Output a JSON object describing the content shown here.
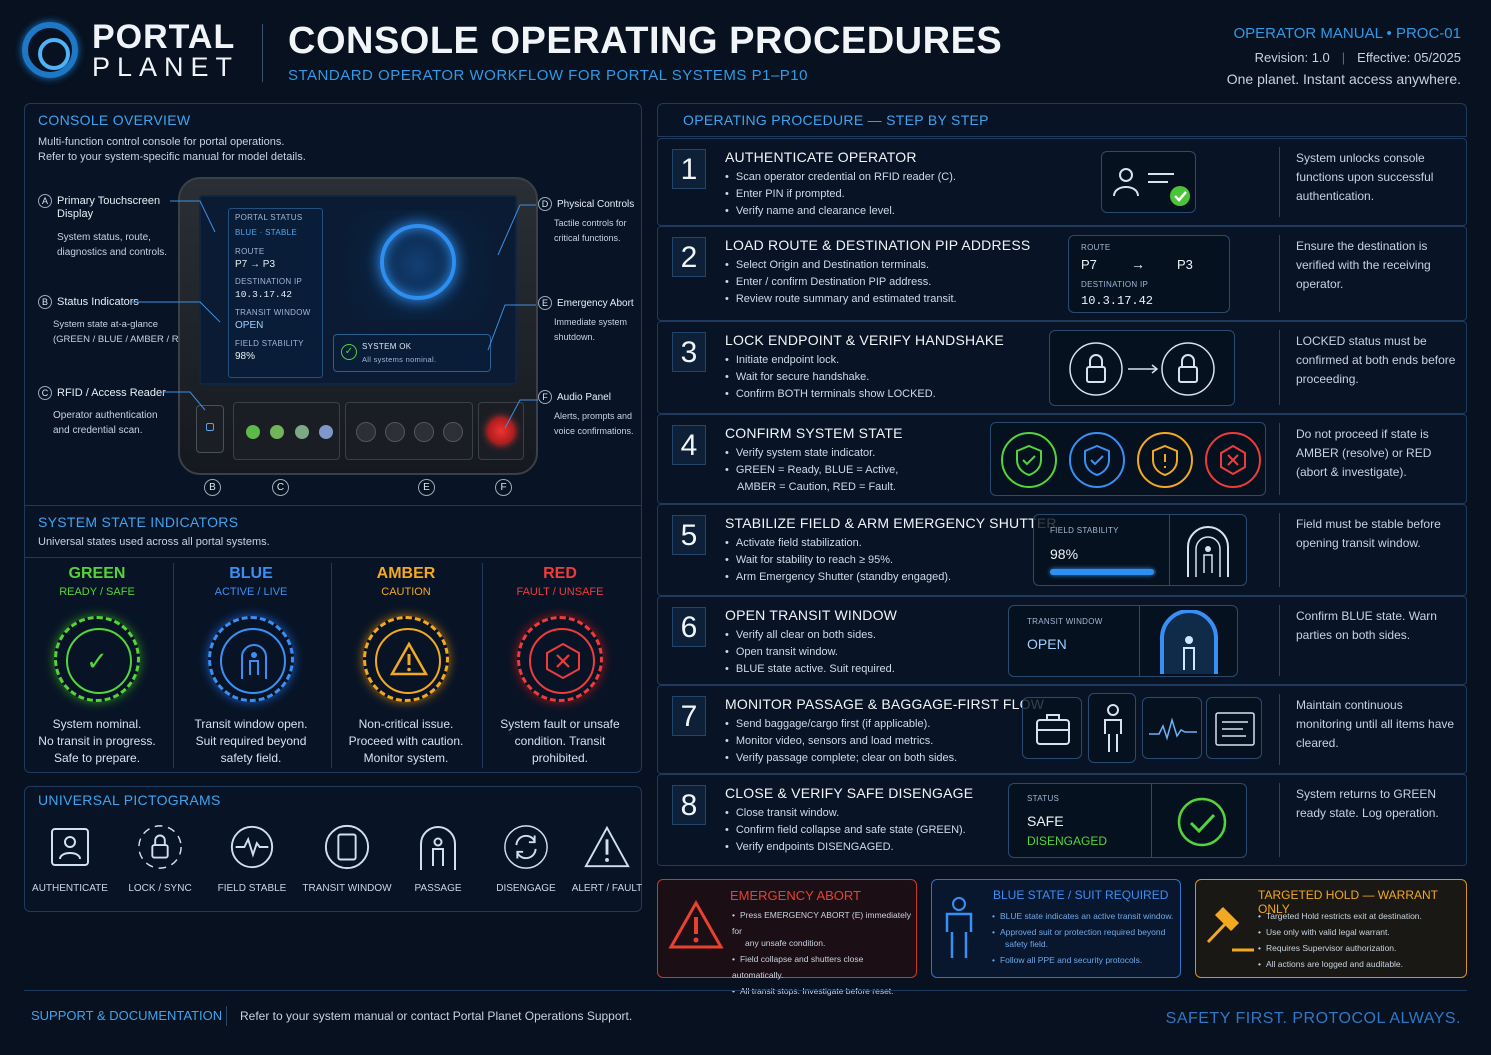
{
  "header": {
    "brand_line1": "PORTAL",
    "brand_line2": "PLANET",
    "title": "CONSOLE OPERATING PROCEDURES",
    "subtitle": "STANDARD OPERATOR WORKFLOW FOR PORTAL SYSTEMS P1–P10",
    "manual": "OPERATOR MANUAL  •  PROC-01",
    "revision": "Revision: 1.0",
    "effective": "Effective: 05/2025",
    "tagline": "One planet. Instant access anywhere."
  },
  "console_overview": {
    "title": "CONSOLE OVERVIEW",
    "intro1": "Multi-function control console for portal operations.",
    "intro2": "Refer to your system-specific manual for model details.",
    "callouts": [
      {
        "letter": "A",
        "title": "Primary Touchscreen",
        "title2": "Display",
        "desc1": "System status, route,",
        "desc2": "diagnostics and controls."
      },
      {
        "letter": "B",
        "title": "Status Indicators",
        "desc1": "System state at-a-glance",
        "desc2": "(GREEN / BLUE / AMBER / RED)."
      },
      {
        "letter": "C",
        "title": "RFID / Access Reader",
        "desc1": "Operator authentication",
        "desc2": "and credential scan."
      },
      {
        "letter": "D",
        "title": "Physical Controls",
        "desc1": "Tactile controls for",
        "desc2": "critical functions."
      },
      {
        "letter": "E",
        "title": "Emergency Abort",
        "desc1": "Immediate system",
        "desc2": "shutdown."
      },
      {
        "letter": "F",
        "title": "Audio Panel",
        "desc1": "Alerts, prompts and",
        "desc2": "voice confirmations."
      }
    ],
    "display": {
      "portal_status_label": "PORTAL STATUS",
      "portal_status_value": "BLUE · STABLE",
      "route_label": "ROUTE",
      "route_value": "P7 → P3",
      "dest_label": "DESTINATION IP",
      "dest_value": "10.3.17.42",
      "transit_label": "TRANSIT WINDOW",
      "transit_value": "OPEN",
      "field_label": "FIELD STABILITY",
      "field_value": "98%",
      "system_ok": "SYSTEM OK",
      "system_ok_sub": "All systems nominal."
    },
    "bottom_letters": [
      "B",
      "C",
      "E",
      "F"
    ]
  },
  "system_states": {
    "title": "SYSTEM STATE INDICATORS",
    "subtitle": "Universal states used across all portal systems.",
    "states": [
      {
        "name": "GREEN",
        "sub": "READY / SAFE",
        "color": "#54d43a",
        "d1": "System nominal.",
        "d2": "No transit in progress.",
        "d3": "Safe to prepare.",
        "icon": "shield-check-icon"
      },
      {
        "name": "BLUE",
        "sub": "ACTIVE / LIVE",
        "color": "#3a8ff5",
        "d1": "Transit window open.",
        "d2": "Suit required beyond",
        "d3": "safety field.",
        "icon": "person-arch-icon"
      },
      {
        "name": "AMBER",
        "sub": "CAUTION",
        "color": "#f2a820",
        "d1": "Non-critical issue.",
        "d2": "Proceed with caution.",
        "d3": "Monitor system.",
        "icon": "warning-triangle-icon"
      },
      {
        "name": "RED",
        "sub": "FAULT / UNSAFE",
        "color": "#ee3b3b",
        "d1": "System fault or unsafe",
        "d2": "condition. Transit",
        "d3": "prohibited.",
        "icon": "hexagon-x-icon"
      }
    ]
  },
  "pictograms": {
    "title": "UNIVERSAL PICTOGRAMS",
    "items": [
      "AUTHENTICATE",
      "LOCK / SYNC",
      "FIELD STABLE",
      "TRANSIT WINDOW",
      "PASSAGE",
      "DISENGAGE",
      "ALERT / FAULT"
    ]
  },
  "procedure": {
    "title": "OPERATING PROCEDURE — STEP BY STEP",
    "steps": [
      {
        "num": "1",
        "title": "AUTHENTICATE OPERATOR",
        "bullets": [
          "Scan operator credential on RFID reader (C).",
          "Enter PIN if prompted.",
          "Verify name and clearance level."
        ],
        "note": "System unlocks console functions upon successful authentication."
      },
      {
        "num": "2",
        "title": "LOAD ROUTE & DESTINATION PIP ADDRESS",
        "bullets": [
          "Select Origin and Destination terminals.",
          "Enter / confirm Destination PIP address.",
          "Review route summary and estimated transit."
        ],
        "note": "Ensure the destination is verified with the receiving operator."
      },
      {
        "num": "3",
        "title": "LOCK ENDPOINT & VERIFY HANDSHAKE",
        "bullets": [
          "Initiate endpoint lock.",
          "Wait for secure handshake.",
          "Confirm BOTH terminals show LOCKED."
        ],
        "note": "LOCKED status must be confirmed at both ends before proceeding."
      },
      {
        "num": "4",
        "title": "CONFIRM SYSTEM STATE",
        "bullets": [
          "Verify system state indicator.",
          "GREEN = Ready, BLUE = Active,"
        ],
        "bullet_cont": "AMBER = Caution, RED = Fault.",
        "note": "Do not proceed if state is AMBER (resolve) or RED (abort & investigate)."
      },
      {
        "num": "5",
        "title": "STABILIZE FIELD & ARM EMERGENCY SHUTTER",
        "bullets": [
          "Activate field stabilization.",
          "Wait for stability to reach ≥ 95%.",
          "Arm Emergency Shutter (standby engaged)."
        ],
        "note": "Field must be stable before opening transit window."
      },
      {
        "num": "6",
        "title": "OPEN TRANSIT WINDOW",
        "bullets": [
          "Verify all clear on both sides.",
          "Open transit window.",
          "BLUE state active. Suit required."
        ],
        "note": "Confirm BLUE state. Warn parties on both sides."
      },
      {
        "num": "7",
        "title": "MONITOR PASSAGE & BAGGAGE-FIRST FLOW",
        "bullets": [
          "Send baggage/cargo first (if applicable).",
          "Monitor video, sensors and load metrics.",
          "Verify passage complete; clear on both sides."
        ],
        "note": "Maintain continuous monitoring until all items have cleared."
      },
      {
        "num": "8",
        "title": "CLOSE & VERIFY SAFE DISENGAGE",
        "bullets": [
          "Close transit window.",
          "Confirm field collapse and safe state (GREEN).",
          "Verify endpoints DISENGAGED."
        ],
        "note": "System returns to GREEN ready state. Log operation."
      }
    ],
    "visuals": {
      "route_label": "ROUTE",
      "route_from": "P7",
      "route_arrow": "→",
      "route_to": "P3",
      "dest_label": "DESTINATION IP",
      "dest_value": "10.3.17.42",
      "field_label": "FIELD STABILITY",
      "field_value": "98%",
      "field_fraction": 0.98,
      "transit_label": "TRANSIT WINDOW",
      "transit_value": "OPEN",
      "status_label": "STATUS",
      "status_value": "SAFE",
      "status_value2": "DISENGAGED"
    }
  },
  "alerts": [
    {
      "title": "EMERGENCY ABORT",
      "color": "#e8412f",
      "bullets": [
        "Press EMERGENCY ABORT (E) immediately for",
        "any unsafe condition.",
        "Field collapse and shutters close automatically.",
        "All transit stops. Investigate before reset."
      ]
    },
    {
      "title": "BLUE STATE / SUIT REQUIRED",
      "color": "#3a8ff5",
      "bullets": [
        "BLUE state indicates an active transit window.",
        "Approved suit or protection required beyond",
        "safety field.",
        "Follow all PPE and security protocols."
      ]
    },
    {
      "title": "TARGETED HOLD — WARRANT ONLY",
      "color": "#f2a820",
      "bullets": [
        "Targeted Hold restricts exit at destination.",
        "Use only with valid legal warrant.",
        "Requires Supervisor authorization.",
        "All actions are logged and auditable."
      ]
    }
  ],
  "footer": {
    "support_title": "SUPPORT & DOCUMENTATION",
    "support_text": "Refer to your system manual or contact Portal Planet Operations Support.",
    "slogan": "SAFETY FIRST. PROTOCOL ALWAYS."
  }
}
